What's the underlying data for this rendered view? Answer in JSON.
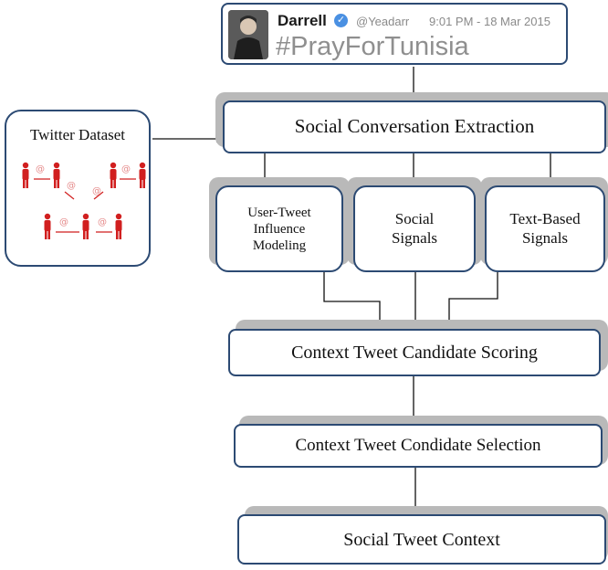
{
  "tweet": {
    "name": "Darrell",
    "handle": "@Yeadarr",
    "time": "9:01 PM - 18 Mar 2015",
    "hashtag": "#PrayForTunisia"
  },
  "dataset": {
    "title": "Twitter Dataset"
  },
  "steps": {
    "extraction": "Social Conversation Extraction",
    "user_tweet": "User-Tweet\nInfluence\nModeling",
    "social_signals": "Social\nSignals",
    "text_signals": "Text-Based\nSignals",
    "scoring": "Context Tweet Candidate Scoring",
    "selection": "Context Tweet Condidate Selection",
    "context": "Social Tweet Context"
  },
  "colors": {
    "border": "#2c4a73",
    "shadow": "#b9b9b9",
    "people": "#d11f1f",
    "at_sign": "#e58a8a",
    "arrow": "#111111"
  },
  "icons": [
    "verified-icon",
    "avatar",
    "people-network-icon",
    "at-sign-icon"
  ]
}
